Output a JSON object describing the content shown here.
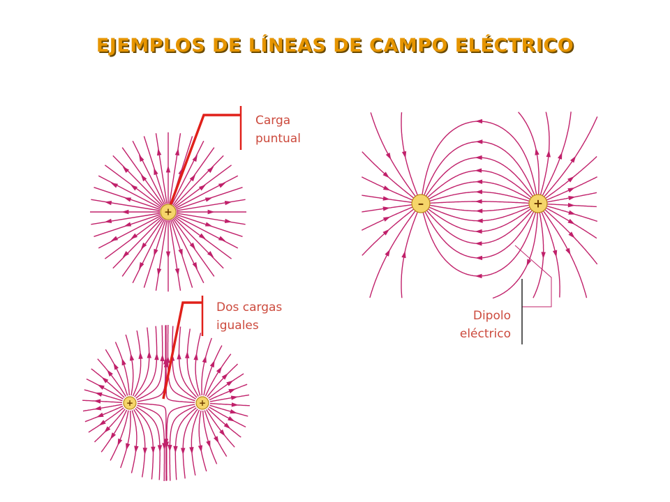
{
  "title": "EJEMPLOS DE LÍNEAS DE CAMPO ELÉCTRICO",
  "colors": {
    "field_line": "#c0206a",
    "callout_red": "#e0201a",
    "label_text": "#cc4a3d",
    "title": "#e69500",
    "charge_fill": "#f5d56a"
  },
  "diagrams": [
    {
      "id": "point",
      "label_line1": "Carga",
      "label_line2": "puntual",
      "charges": [
        "+"
      ]
    },
    {
      "id": "equal",
      "label_line1": "Dos cargas",
      "label_line2": "iguales",
      "charges": [
        "+",
        "+"
      ]
    },
    {
      "id": "dipole",
      "label_line1": "Dipolo",
      "label_line2": "eléctrico",
      "charges": [
        "–",
        "+"
      ]
    }
  ]
}
